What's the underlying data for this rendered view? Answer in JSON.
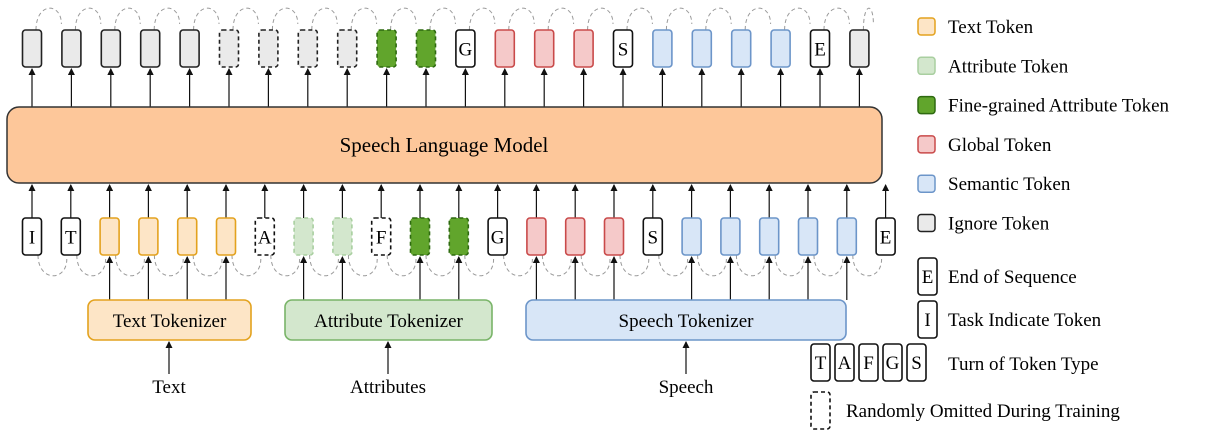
{
  "model": {
    "label": "Speech Language Model"
  },
  "tokenizers": [
    {
      "id": "text",
      "label": "Text Tokenizer",
      "input_label": "Text",
      "fill": "#fde5c6",
      "stroke": "#e3a21e"
    },
    {
      "id": "attr",
      "label": "Attribute Tokenizer",
      "input_label": "Attributes",
      "fill": "#d3e7cd",
      "stroke": "#79b468"
    },
    {
      "id": "speech",
      "label": "Speech Tokenizer",
      "input_label": "Speech",
      "fill": "#d8e6f7",
      "stroke": "#6c95c9"
    }
  ],
  "token_types": {
    "text": {
      "fill": "#fde5c6",
      "stroke": "#e3a21e"
    },
    "attr": {
      "fill": "#d3e7cd",
      "stroke": "#a9cfa0"
    },
    "fine": {
      "fill": "#61a52c",
      "stroke": "#2e6a10"
    },
    "global": {
      "fill": "#f5c9c9",
      "stroke": "#c94a4a"
    },
    "sem": {
      "fill": "#d8e6f7",
      "stroke": "#6c95c9"
    },
    "ign": {
      "fill": "#eaeaea",
      "stroke": "#222222"
    },
    "special": {
      "fill": "#ffffff",
      "stroke": "#111111"
    }
  },
  "input_tokens": [
    {
      "type": "special",
      "letter": "I"
    },
    {
      "type": "special",
      "letter": "T"
    },
    {
      "type": "text"
    },
    {
      "type": "text"
    },
    {
      "type": "text"
    },
    {
      "type": "text"
    },
    {
      "type": "special",
      "letter": "A",
      "dashed": true
    },
    {
      "type": "attr",
      "dashed": true
    },
    {
      "type": "attr",
      "dashed": true
    },
    {
      "type": "special",
      "letter": "F",
      "dashed": true
    },
    {
      "type": "fine",
      "dashed": true
    },
    {
      "type": "fine",
      "dashed": true
    },
    {
      "type": "special",
      "letter": "G"
    },
    {
      "type": "global"
    },
    {
      "type": "global"
    },
    {
      "type": "global"
    },
    {
      "type": "special",
      "letter": "S"
    },
    {
      "type": "sem"
    },
    {
      "type": "sem"
    },
    {
      "type": "sem"
    },
    {
      "type": "sem"
    },
    {
      "type": "sem"
    },
    {
      "type": "special",
      "letter": "E"
    }
  ],
  "output_tokens": [
    {
      "type": "ign"
    },
    {
      "type": "ign"
    },
    {
      "type": "ign"
    },
    {
      "type": "ign"
    },
    {
      "type": "ign"
    },
    {
      "type": "ign",
      "dashed": true
    },
    {
      "type": "ign",
      "dashed": true
    },
    {
      "type": "ign",
      "dashed": true
    },
    {
      "type": "ign",
      "dashed": true
    },
    {
      "type": "fine",
      "dashed": true
    },
    {
      "type": "fine",
      "dashed": true
    },
    {
      "type": "special",
      "letter": "G"
    },
    {
      "type": "global"
    },
    {
      "type": "global"
    },
    {
      "type": "global"
    },
    {
      "type": "special",
      "letter": "S"
    },
    {
      "type": "sem"
    },
    {
      "type": "sem"
    },
    {
      "type": "sem"
    },
    {
      "type": "sem"
    },
    {
      "type": "special",
      "letter": "E"
    },
    {
      "type": "ign"
    }
  ],
  "legend": {
    "color_items": [
      {
        "type": "text",
        "label": "Text Token"
      },
      {
        "type": "attr",
        "label": "Attribute Token"
      },
      {
        "type": "fine",
        "label": "Fine-grained Attribute Token"
      },
      {
        "type": "global",
        "label": "Global Token"
      },
      {
        "type": "sem",
        "label": "Semantic Token"
      },
      {
        "type": "ign",
        "label": "Ignore Token"
      }
    ],
    "end_of_sequence": {
      "letter": "E",
      "label": "End of Sequence"
    },
    "task_indicate": {
      "letter": "I",
      "label": "Task Indicate Token"
    },
    "turn": {
      "letters": [
        "T",
        "A",
        "F",
        "G",
        "S"
      ],
      "label": "Turn of Token Type"
    },
    "omitted": {
      "label": "Randomly Omitted During Training"
    }
  }
}
